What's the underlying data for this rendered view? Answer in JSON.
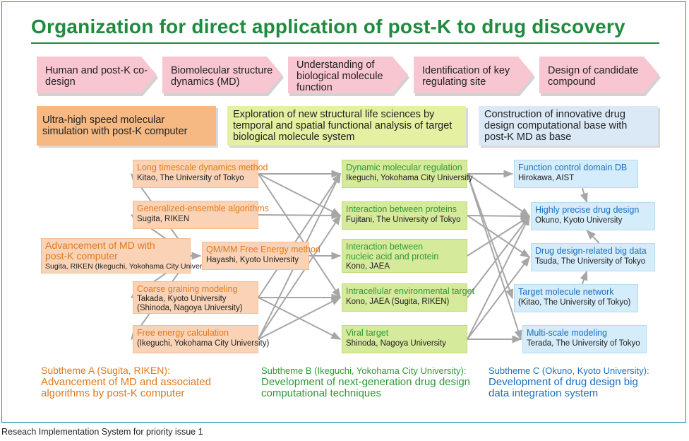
{
  "title": "Organization for direct application of post-K to drug discovery",
  "steps": [
    "Human and post-K co-design",
    "Biomolecular structure dynamics (MD)",
    "Understanding of biological molecule function",
    "Identification of key regulating site",
    "Design of candidate compound"
  ],
  "themes": {
    "a": "Ultra-high speed molecular simulation with post-K computer",
    "b": "Exploration of new structural life sciences by temporal and spatial functional analysis of target biological molecule system",
    "c": "Construction of innovative drug design computational base with post-K MD as base"
  },
  "nodes": {
    "root": {
      "title": "Advancement of MD with post-K computer",
      "sub": "Sugita, RIKEN (Ikeguchi, Yokohama City University)"
    },
    "a1": {
      "title": "Long timescale dynamics method",
      "sub": "Kitao, The University of Tokyo"
    },
    "a2": {
      "title": "Generalized-ensemble algorithms",
      "sub": "Sugita, RIKEN"
    },
    "a3": {
      "title": "QM/MM Free Energy method",
      "sub": "Hayashi, Kyoto University"
    },
    "a4": {
      "title": "Coarse graining modeling",
      "sub": "Takada, Kyoto University (Shinoda, Nagoya University)"
    },
    "a5": {
      "title": "Free energy calculation",
      "sub": "(Ikeguchi, Yokohama City University)"
    },
    "b1": {
      "title": "Dynamic molecular regulation",
      "sub": "Ikeguchi, Yokohama City University"
    },
    "b2": {
      "title": "Interaction between proteins",
      "sub": "Fujitani, The University of Tokyo"
    },
    "b3": {
      "title": "Interaction between nucleic acid and protein",
      "sub": "Kono, JAEA"
    },
    "b4": {
      "title": "Intracellular environmental target",
      "sub": "Kono, JAEA (Sugita, RIKEN)"
    },
    "b5": {
      "title": "Viral target",
      "sub": "Shinoda, Nagoya University"
    },
    "c1": {
      "title": "Function control domain DB",
      "sub": "Hirokawa, AIST"
    },
    "c2": {
      "title": "Highly precise drug design",
      "sub": "Okuno, Kyoto University"
    },
    "c3": {
      "title": "Drug design-related big data",
      "sub": "Tsuda, The University of Tokyo"
    },
    "c4": {
      "title": "Target molecule network",
      "sub": "(Kitao, The University of Tokyo)"
    },
    "c5": {
      "title": "Multi-scale modeling",
      "sub": "Terada, The University of Tokyo"
    }
  },
  "subthemes": {
    "a": {
      "head": "Subtheme A (Sugita, RIKEN):",
      "body": "Advancement of MD and associated algorithms by post-K computer"
    },
    "b": {
      "head": "Subtheme B (Ikeguchi, Yokohama City University):",
      "body": "Development of next-generation drug design computational techniques"
    },
    "c": {
      "head": "Subtheme C (Okuno, Kyoto University):",
      "body": "Development of drug design big data integration system"
    }
  },
  "caption": "Reseach Implementation System for priority issue 1",
  "colors": {
    "title": "#1f8b3e",
    "step_fill": "#f7c6d0",
    "theme_a": "#f7b983",
    "theme_b": "#e5f0a2",
    "theme_c": "#dbe9f7",
    "subtheme_a": "#e0791c",
    "subtheme_b": "#2e9a36",
    "subtheme_c": "#1a6fc0",
    "arrow": "#a6a6a6"
  },
  "edges": [
    [
      "root",
      "a1"
    ],
    [
      "root",
      "a2"
    ],
    [
      "root",
      "a3"
    ],
    [
      "root",
      "a4"
    ],
    [
      "root",
      "a5"
    ],
    [
      "a1",
      "b1"
    ],
    [
      "a1",
      "b2"
    ],
    [
      "a1",
      "b4"
    ],
    [
      "a2",
      "b2"
    ],
    [
      "a3",
      "b3"
    ],
    [
      "a4",
      "b1"
    ],
    [
      "a4",
      "b4"
    ],
    [
      "a4",
      "b5"
    ],
    [
      "a5",
      "b1"
    ],
    [
      "a5",
      "b2"
    ],
    [
      "a5",
      "b4"
    ],
    [
      "b1",
      "c1"
    ],
    [
      "b1",
      "c2"
    ],
    [
      "b1",
      "c4"
    ],
    [
      "b1",
      "c5"
    ],
    [
      "b2",
      "c2"
    ],
    [
      "b2",
      "c3"
    ],
    [
      "b3",
      "c2"
    ],
    [
      "b4",
      "c2"
    ],
    [
      "b5",
      "c2"
    ],
    [
      "b5",
      "c3"
    ],
    [
      "b5",
      "c5"
    ],
    [
      "c1",
      "c2"
    ],
    [
      "c3",
      "c2"
    ],
    [
      "c4",
      "c3"
    ]
  ]
}
